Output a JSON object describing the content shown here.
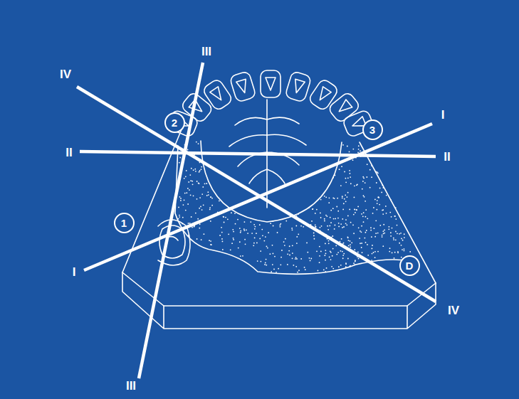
{
  "diagram": {
    "nodes": [
      {
        "text": [
          "2"
        ]
      },
      {
        "text": [
          "3"
        ]
      },
      {
        "text": [
          "1"
        ]
      },
      {
        "text": [
          "D"
        ]
      }
    ],
    "labels": [
      "III",
      "IV",
      "I",
      "II",
      "II",
      "I",
      "IV",
      "III"
    ]
  }
}
